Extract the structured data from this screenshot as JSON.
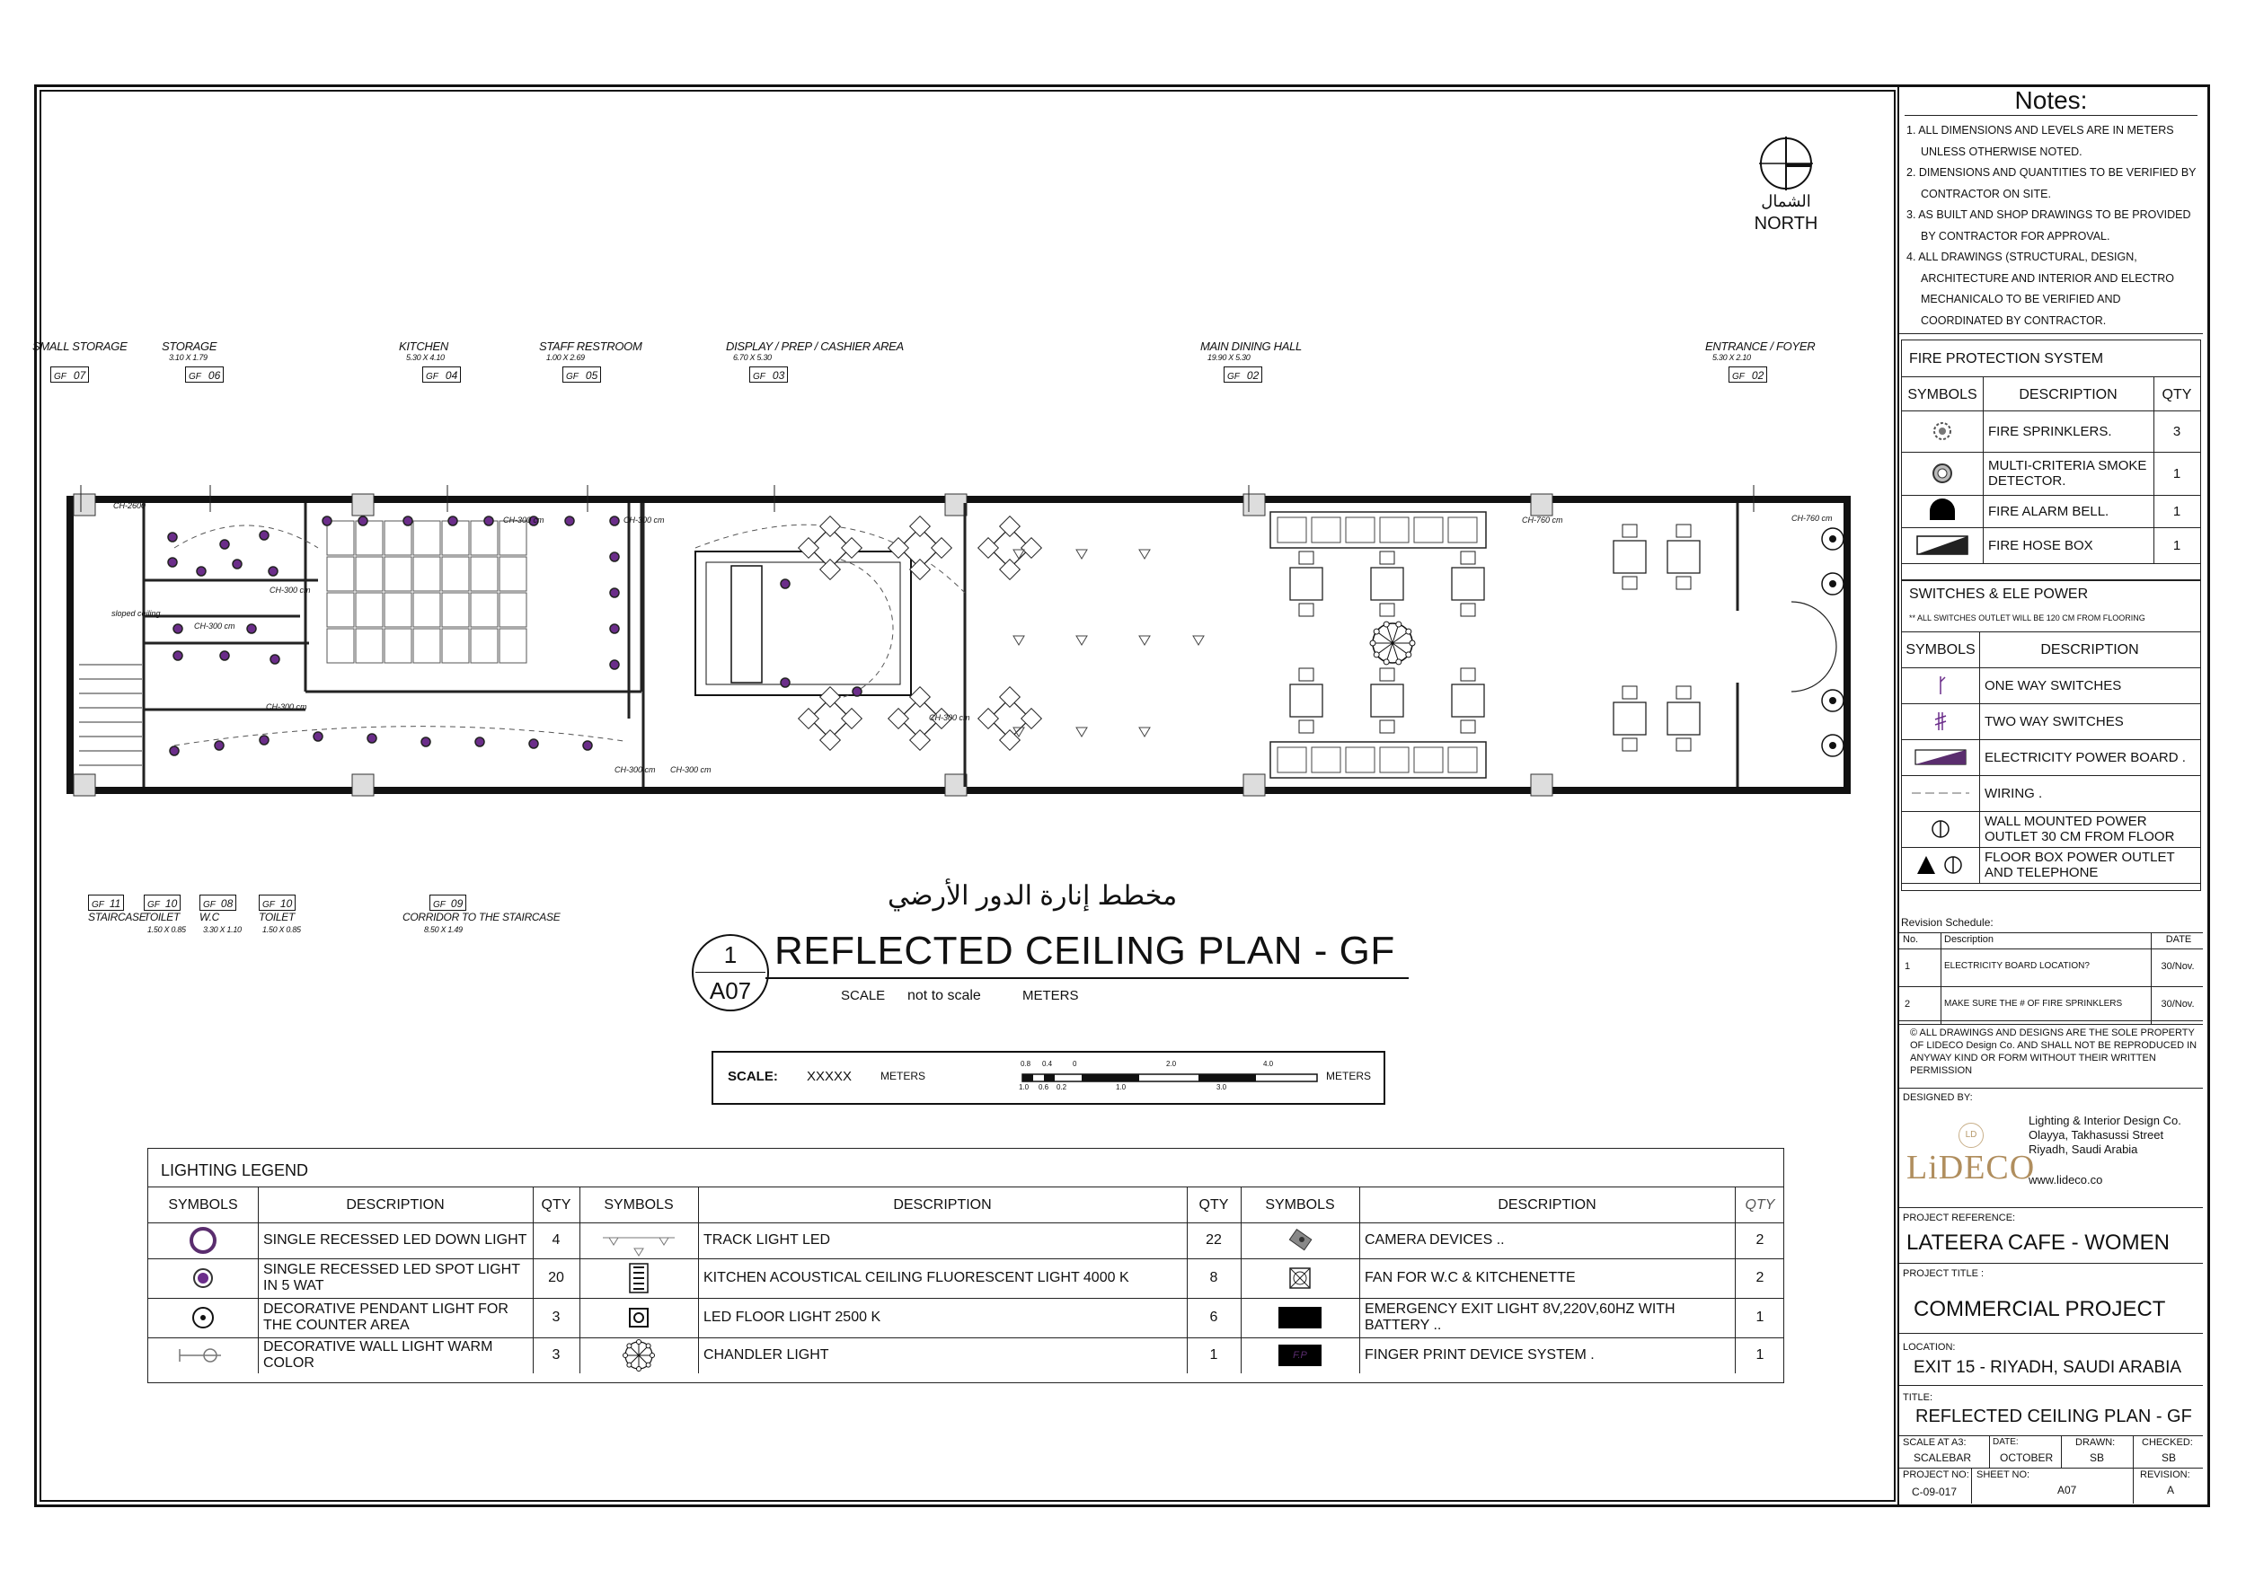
{
  "notes": {
    "title": "Notes:",
    "items": [
      "1. ALL DIMENSIONS AND LEVELS  ARE IN METERS",
      "UNLESS OTHERWISE NOTED.",
      "2. DIMENSIONS AND QUANTITIES TO BE VERIFIED BY",
      "CONTRACTOR ON SITE.",
      "3. AS BUILT AND SHOP DRAWINGS TO BE PROVIDED",
      "BY CONTRACTOR FOR APPROVAL.",
      "4. ALL DRAWINGS (STRUCTURAL, DESIGN,",
      "ARCHITECTURE AND INTERIOR AND ELECTRO",
      "MECHANICALO TO BE VERIFIED AND",
      "COORDINATED BY CONTRACTOR."
    ]
  },
  "north": {
    "arabic": "الشمال",
    "label": "NORTH"
  },
  "fire": {
    "title": "FIRE PROTECTION SYSTEM",
    "headers": [
      "SYMBOLS",
      "DESCRIPTION",
      "QTY"
    ],
    "rows": [
      {
        "desc": "FIRE SPRINKLERS.",
        "qty": "3",
        "icon": "sprinkler-icon"
      },
      {
        "desc": "MULTI-CRITERIA SMOKE DETECTOR.",
        "qty": "1",
        "icon": "smoke-detector-icon"
      },
      {
        "desc": "FIRE ALARM BELL.",
        "qty": "1",
        "icon": "alarm-bell-icon"
      },
      {
        "desc": "FIRE HOSE BOX",
        "qty": "1",
        "icon": "hose-box-icon"
      }
    ]
  },
  "switches": {
    "title": "SWITCHES & ELE POWER",
    "note": "** ALL SWITCHES OUTLET  WILL BE 120 CM FROM FLOORING",
    "headers": [
      "SYMBOLS",
      "DESCRIPTION"
    ],
    "rows": [
      {
        "desc": "ONE WAY SWITCHES",
        "icon": "one-way-switch-icon"
      },
      {
        "desc": "TWO WAY SWITCHES",
        "icon": "two-way-switch-icon"
      },
      {
        "desc": "ELECTRICITY POWER BOARD .",
        "icon": "power-board-icon"
      },
      {
        "desc": "WIRING .",
        "icon": "wiring-icon"
      },
      {
        "desc": "WALL MOUNTED POWER OUTLET 30 CM FROM FLOOR",
        "icon": "wall-outlet-icon"
      },
      {
        "desc": "FLOOR BOX POWER OUTLET AND TELEPHONE",
        "icon": "floor-box-icon"
      }
    ]
  },
  "revision": {
    "title": "Revision Schedule:",
    "headers": [
      "No.",
      "Description",
      "DATE"
    ],
    "rows": [
      {
        "no": "1",
        "desc": "ELECTRICITY BOARD LOCATION?",
        "date": "30/Nov."
      },
      {
        "no": "2",
        "desc": "MAKE SURE THE # OF FIRE  SPRINKLERS",
        "date": "30/Nov."
      }
    ]
  },
  "copyright": "© ALL DRAWINGS AND DESIGNS ARE THE SOLE PROPERTY OF LIDECO Design Co. AND SHALL NOT BE REPRODUCED IN ANYWAY KIND OR FORM WITHOUT THEIR WRITTEN PERMISSION",
  "designer": {
    "label": "DESIGNED BY:",
    "logo": "LiDECO",
    "monogram": "LD",
    "line1": "Lighting & Interior Design Co.",
    "line2": "Olayya, Takhasussi Street",
    "line3": "Riyadh, Saudi Arabia",
    "web": "www.lideco.co"
  },
  "title_block": {
    "ref_label": "PROJECT REFERENCE:",
    "ref": "LATEERA CAFE - WOMEN",
    "ptitle_label": "PROJECT TITLE :",
    "ptitle": "COMMERCIAL PROJECT",
    "loc_label": "LOCATION:",
    "loc": "EXIT 15 - RIYADH, SAUDI ARABIA",
    "title_label": "TITLE:",
    "title": "REFLECTED CEILING PLAN - GF",
    "scale_label": "SCALE AT A3:",
    "scale": "SCALEBAR",
    "date_label": "DATE:",
    "date": "OCTOBER",
    "drawn_label": "DRAWN:",
    "drawn": "SB",
    "checked_label": "CHECKED:",
    "checked": "SB",
    "projno_label": "PROJECT NO:",
    "projno": "C-09-017",
    "sheet_label": "SHEET NO:",
    "sheet": "A07",
    "rev_label": "REVISION:",
    "rev": "A"
  },
  "plan": {
    "arabic_title": "مخطط إنارة الدور الأرضي",
    "title": "REFLECTED CEILING PLAN - GF",
    "num": "1",
    "sheet": "A07",
    "scale_label": "SCALE",
    "scale_value": "not to scale",
    "scale_unit": "METERS",
    "scalebar_label": "SCALE:",
    "scalebar_value": "XXXXX",
    "scalebar_unit": "METERS",
    "scalebar_unit2": "METERS",
    "scalebar_top": [
      "0.8",
      "0.4",
      "0",
      "2.0",
      "4.0"
    ],
    "scalebar_bottom": [
      "1.0",
      "0.6",
      "0.2",
      "1.0",
      "3.0"
    ]
  },
  "rooms_top": [
    {
      "name": "SMALL STORAGE",
      "dim": "",
      "tag": "GF",
      "num": "07"
    },
    {
      "name": "STORAGE",
      "dim": "3.10 x 1.79",
      "tag": "GF",
      "num": "06"
    },
    {
      "name": "KITCHEN",
      "dim": "5.30 x 4.10",
      "tag": "GF",
      "num": "04"
    },
    {
      "name": "STAFF RESTROOM",
      "dim": "1.00 x 2.69",
      "tag": "GF",
      "num": "05"
    },
    {
      "name": "DISPLAY / PREP / CASHIER AREA",
      "dim": "6.70 x 5.30",
      "tag": "GF",
      "num": "03"
    },
    {
      "name": "MAIN DINING HALL",
      "dim": "19.90 x 5.30",
      "tag": "GF",
      "num": "02"
    },
    {
      "name": "ENTRANCE / FOYER",
      "dim": "5.30 x 2.10",
      "tag": "GF",
      "num": "02"
    }
  ],
  "rooms_bottom": [
    {
      "name": "STAIRCASE",
      "dim": "",
      "tag": "GF",
      "num": "11"
    },
    {
      "name": "TOILET",
      "dim": "1.50 x 0.85",
      "tag": "GF",
      "num": "10"
    },
    {
      "name": "W.C",
      "dim": "3.30 x 1.10",
      "tag": "GF",
      "num": "08"
    },
    {
      "name": "TOILET",
      "dim": "1.50 x 0.85",
      "tag": "GF",
      "num": "10"
    },
    {
      "name": "CORRIDOR TO THE STAIRCASE",
      "dim": "8.50 x 1.49",
      "tag": "GF",
      "num": "09"
    }
  ],
  "ceiling_levels": [
    "CH-2600",
    "CH-300 cm",
    "CH-300 cm",
    "CH-300 cm",
    "CH-300 cm",
    "CH-300 cm",
    "CH-300 cm",
    "CH-300 cm",
    "CH-300 cm",
    "CH-760 cm",
    "CH-760 cm",
    "sloped ceiling"
  ],
  "lighting": {
    "title": "LIGHTING LEGEND",
    "headers": [
      "SYMBOLS",
      "DESCRIPTION",
      "QTY"
    ],
    "last_qty_header": "QTY",
    "col1": [
      {
        "desc": "SINGLE  RECESSED LED  DOWN LIGHT",
        "qty": "4",
        "icon": "down-light-icon"
      },
      {
        "desc": "SINGLE RECESSED LED SPOT LIGHT IN 5 WAT",
        "qty": "20",
        "icon": "spot-light-icon"
      },
      {
        "desc": "DECORATIVE PENDANT LIGHT FOR THE COUNTER AREA",
        "qty": "3",
        "icon": "pendant-light-icon"
      },
      {
        "desc": "DECORATIVE WALL LIGHT WARM COLOR",
        "qty": "3",
        "icon": "wall-light-icon"
      }
    ],
    "col2": [
      {
        "desc": "TRACK LIGHT LED",
        "qty": "22",
        "icon": "track-light-icon"
      },
      {
        "desc": "KITCHEN ACOUSTICAL CEILING FLUORESCENT LIGHT 4000 K",
        "qty": "8",
        "icon": "fluorescent-light-icon"
      },
      {
        "desc": "LED FLOOR LIGHT 2500 K",
        "qty": "6",
        "icon": "floor-light-icon"
      },
      {
        "desc": "CHANDLER LIGHT",
        "qty": "1",
        "icon": "chandelier-icon"
      }
    ],
    "col3": [
      {
        "desc": "CAMERA DEVICES ..",
        "qty": "2",
        "icon": "camera-icon"
      },
      {
        "desc": "FAN FOR W.C & KITCHENETTE",
        "qty": "2",
        "icon": "fan-icon"
      },
      {
        "desc": "EMERGENCY EXIT LIGHT 8V,220V,60HZ WITH BATTERY ..",
        "qty": "1",
        "icon": "exit-light-icon"
      },
      {
        "desc": "FINGER PRINT DEVICE SYSTEM .",
        "qty": "1",
        "icon": "fingerprint-icon",
        "icon_text": "F.P"
      }
    ]
  },
  "colors": {
    "ink": "#111111",
    "accent": "#6b2d8a",
    "wall": "#111111"
  }
}
